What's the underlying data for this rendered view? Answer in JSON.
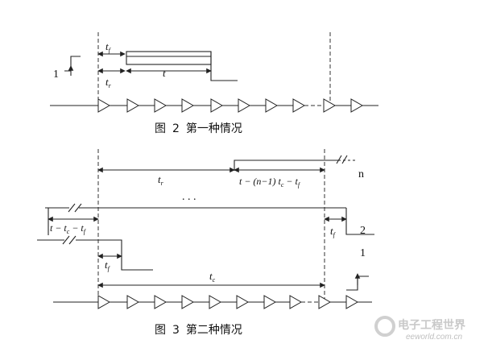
{
  "figure2": {
    "caption_fig": "图",
    "caption_num": "2",
    "caption_text": "第一种情况",
    "signal_label": "1",
    "label_tf": "t",
    "label_tf_sub": "f",
    "label_tr": "t",
    "label_tr_sub": "r",
    "label_t": "t"
  },
  "figure3": {
    "caption_fig": "图",
    "caption_num": "3",
    "caption_text": "第二种情况",
    "label_n": "n",
    "label_2": "2",
    "label_1": "1",
    "ellipsis": ". . .",
    "label_tr": "t",
    "label_tr_sub": "r",
    "expr_top_a": "t − (n−1) t",
    "expr_top_a_sub": "c",
    "expr_top_b": " − t",
    "expr_top_b_sub": "f",
    "expr_left_a": "t − t",
    "expr_left_a_sub": "c",
    "expr_left_b": " − t",
    "expr_left_b_sub": "f",
    "label_tf_right": "t",
    "label_tf_right_sub": "f",
    "label_tf_left": "t",
    "label_tf_left_sub": "f",
    "label_tc": "t",
    "label_tc_sub": "c"
  },
  "watermark": {
    "line1": "电子工程世界",
    "line2": "eeworld.com.cn"
  }
}
